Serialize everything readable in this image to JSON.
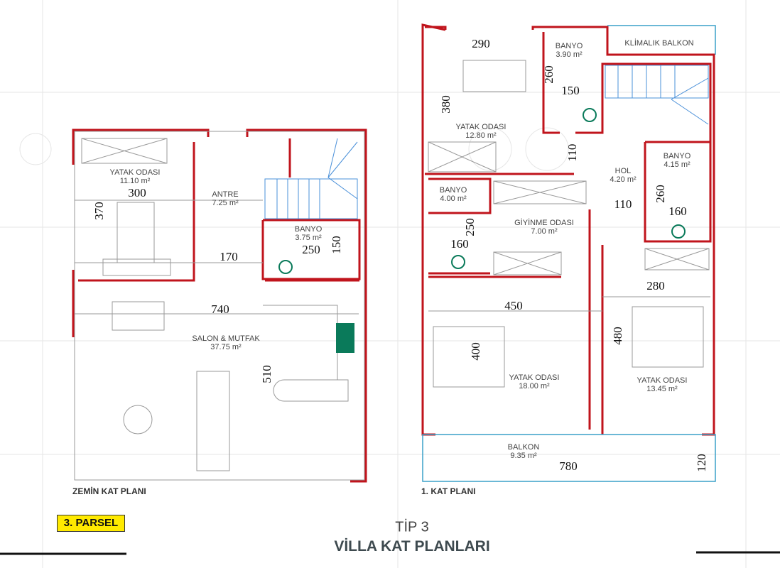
{
  "ground_floor": {
    "title": "ZEMİN KAT PLANI",
    "rooms": [
      {
        "name": "YATAK ODASI",
        "area": "11.10 m²"
      },
      {
        "name": "ANTRE",
        "area": "7.25 m²"
      },
      {
        "name": "BANYO",
        "area": "3.75 m²"
      },
      {
        "name": "SALON & MUTFAK",
        "area": "37.75 m²"
      }
    ],
    "dimensions": [
      "300",
      "370",
      "250",
      "150",
      "170",
      "740",
      "510"
    ]
  },
  "first_floor": {
    "title": "1. KAT PLANI",
    "rooms": [
      {
        "name": "BANYO",
        "area": "3.90 m²"
      },
      {
        "name": "KLİMALIK BALKON",
        "area": ""
      },
      {
        "name": "YATAK ODASI",
        "area": "12.80 m²"
      },
      {
        "name": "HOL",
        "area": "4.20 m²"
      },
      {
        "name": "BANYO",
        "area": "4.15 m²"
      },
      {
        "name": "BANYO",
        "area": "4.00 m²"
      },
      {
        "name": "GİYİNME ODASI",
        "area": "7.00 m²"
      },
      {
        "name": "YATAK ODASI",
        "area": "18.00 m²"
      },
      {
        "name": "YATAK ODASI",
        "area": "13.45 m²"
      },
      {
        "name": "BALKON",
        "area": "9.35 m²"
      }
    ],
    "dimensions": [
      "290",
      "260",
      "150",
      "380",
      "110",
      "110",
      "260",
      "160",
      "250",
      "160",
      "280",
      "450",
      "400",
      "480",
      "780",
      "120"
    ]
  },
  "badge": "3. PARSEL",
  "subtitle": "TİP 3",
  "title": "VİLLA KAT PLANLARI",
  "colors": {
    "wall": "#c0141c",
    "stairs": "#4a90d9",
    "balcony": "#3aa0c8",
    "badge": "#ffea00",
    "fixture": "#0a7a5a"
  }
}
